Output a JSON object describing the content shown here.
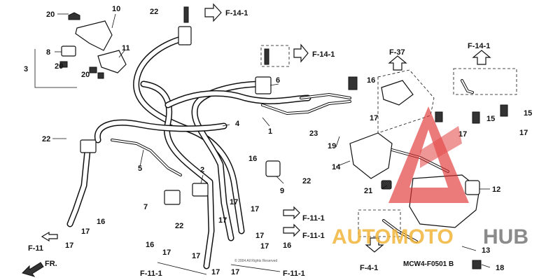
{
  "diagram": {
    "part_numbers": {
      "p1": "1",
      "p2": "2",
      "p3": "3",
      "p4": "4",
      "p5": "5",
      "p6": "6",
      "p7": "7",
      "p8": "8",
      "p9": "9",
      "p10": "10",
      "p11": "11",
      "p12": "12",
      "p13": "13",
      "p14": "14",
      "p15": "15",
      "p16": "16",
      "p17": "17",
      "p18": "18",
      "p19": "19",
      "p20": "20",
      "p21": "21",
      "p22": "22",
      "p23": "23"
    },
    "references": {
      "f14_1": "F-14-1",
      "f37": "F-37",
      "f11": "F-11",
      "f11_1": "F-11-1",
      "f4_1": "F-4-1"
    },
    "direction_label": "FR.",
    "diagram_code": "MCW4-F0501 B",
    "copyright_note": "© 2004 All Rights Reserved"
  },
  "watermark": {
    "text_a": "AUTOMOTO",
    "text_b": "HUB",
    "color_a": "#f2b43a",
    "color_b": "#777777",
    "triangle_color": "#e03030"
  }
}
